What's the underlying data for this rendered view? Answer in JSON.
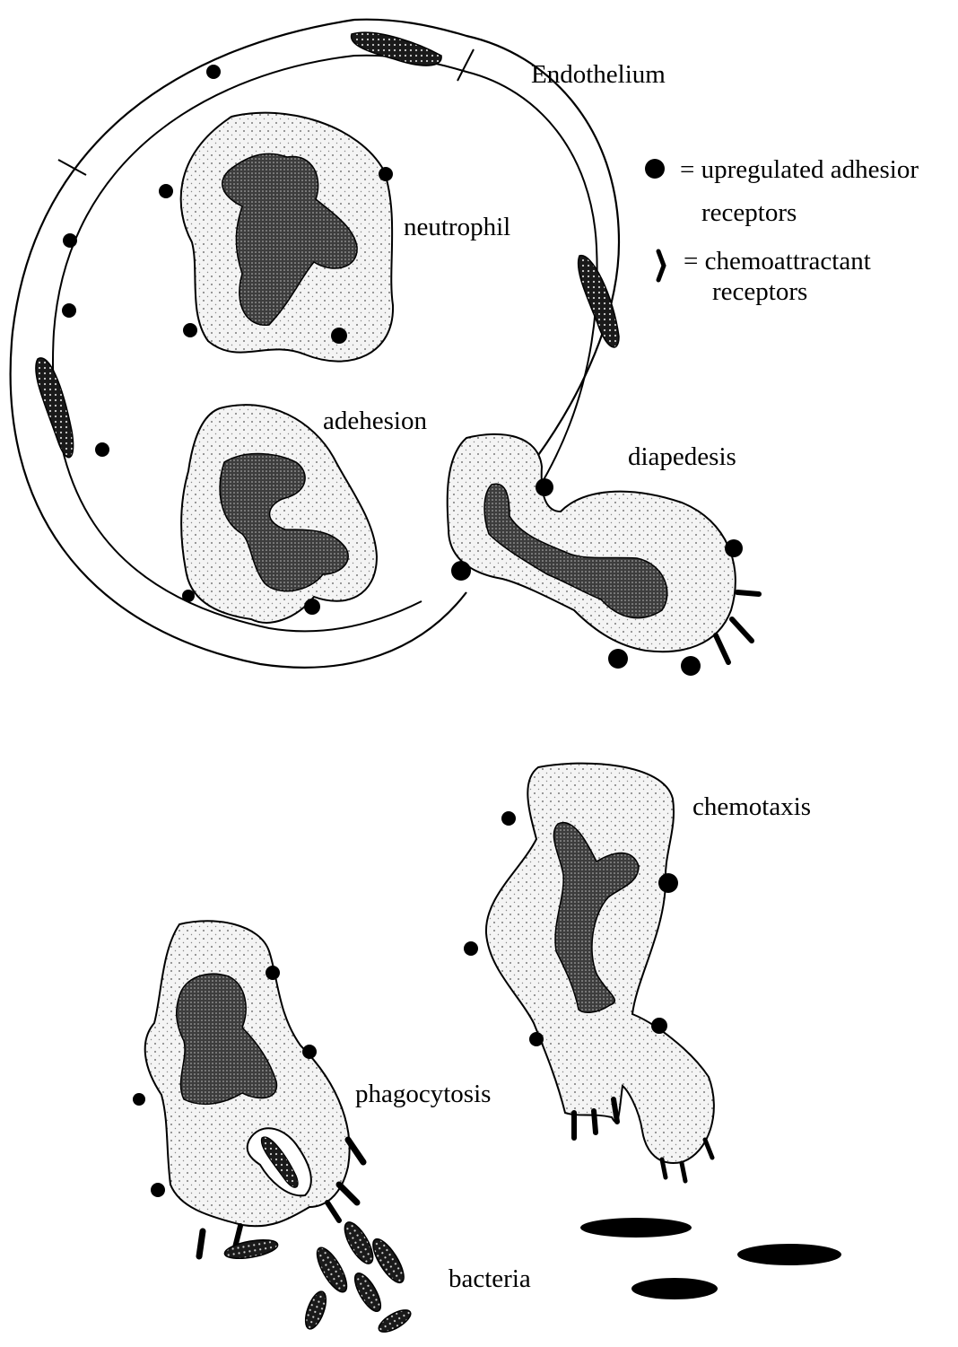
{
  "labels": {
    "endothelium": "Endothelium",
    "neutrophil": "neutrophil",
    "adhesion": "adehesion",
    "diapedesis": "diapedesis",
    "chemotaxis": "chemotaxis",
    "phagocytosis": "phagocytosis",
    "bacteria": "bacteria"
  },
  "legend": {
    "adhesion_line1": "= upregulated adhesior",
    "adhesion_line2": "receptors",
    "chemo_line1": "= chemoattractant",
    "chemo_line2": "receptors"
  },
  "colors": {
    "ink": "#000000",
    "nucleus": "#4a4a4a",
    "cytoplasm": "#f3f3f3",
    "background": "#ffffff"
  }
}
